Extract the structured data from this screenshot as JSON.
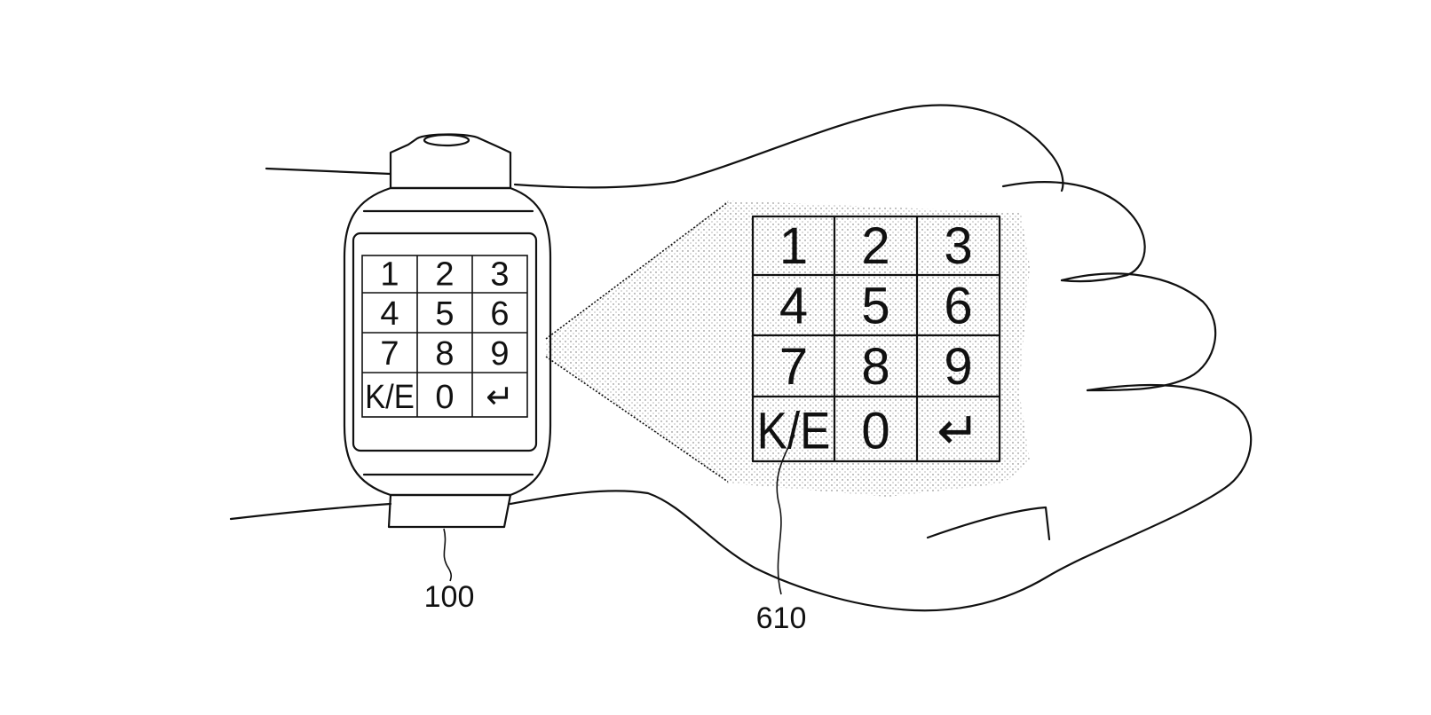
{
  "figure": {
    "watch_keypad": {
      "keys": [
        "1",
        "2",
        "3",
        "4",
        "5",
        "6",
        "7",
        "8",
        "9",
        "K/E",
        "0",
        "↵"
      ]
    },
    "projected_keypad": {
      "keys": [
        "1",
        "2",
        "3",
        "4",
        "5",
        "6",
        "7",
        "8",
        "9",
        "K/E",
        "0",
        "↵"
      ]
    },
    "reference_labels": {
      "watch": "100",
      "projection": "610"
    }
  }
}
